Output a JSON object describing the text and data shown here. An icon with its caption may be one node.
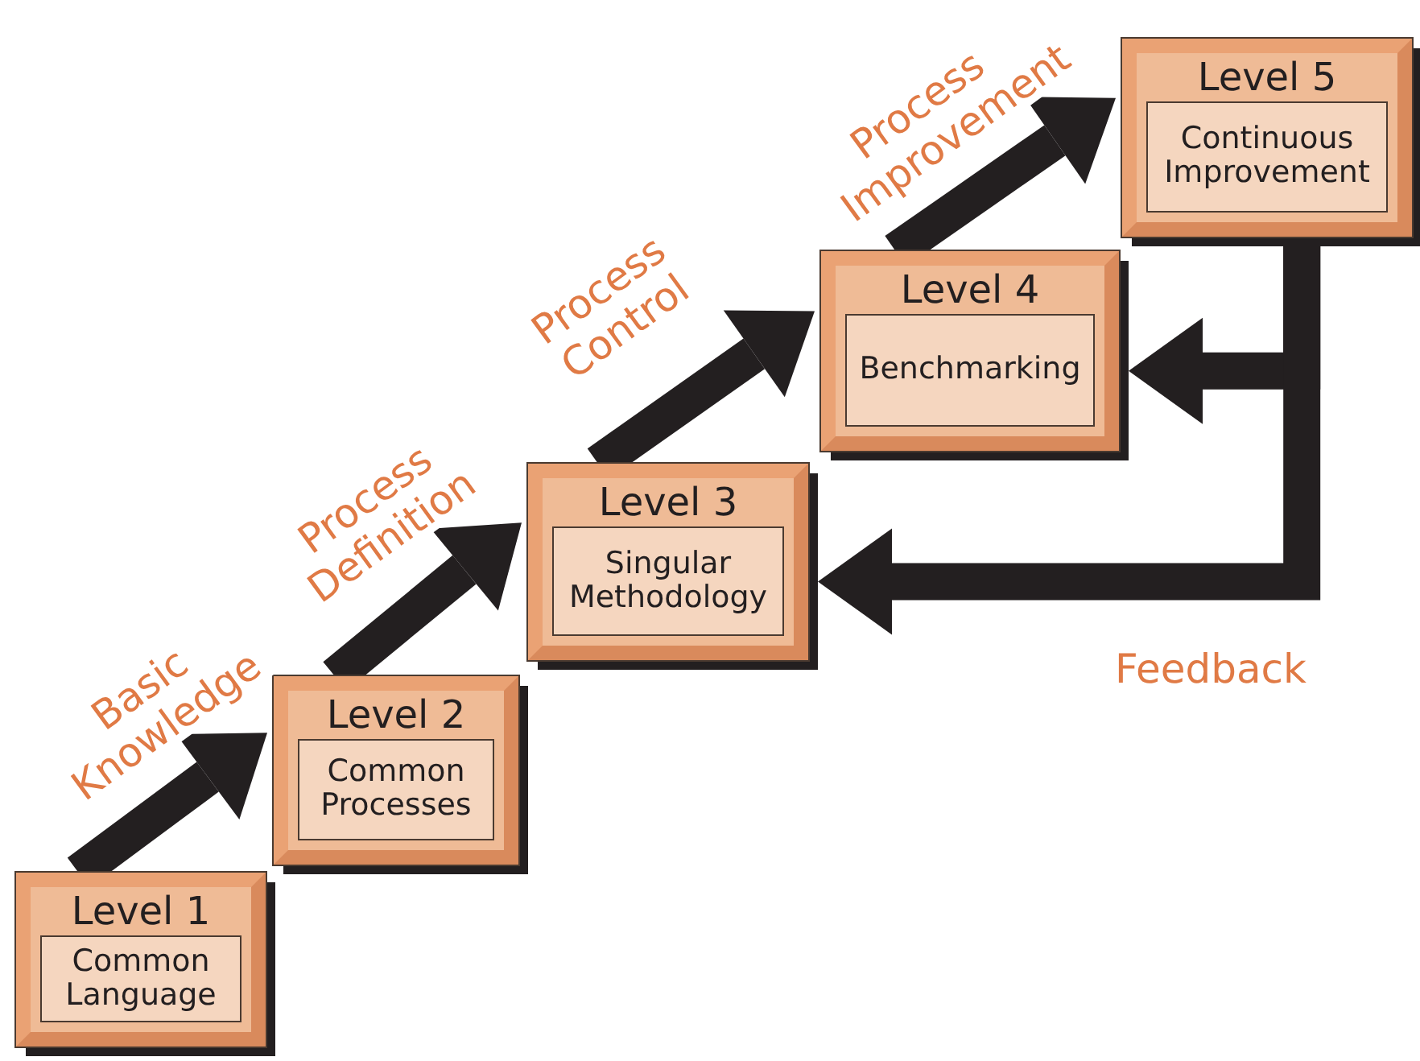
{
  "diagram": {
    "nodes": [
      {
        "text": [
          "Level 1",
          "Common Language"
        ]
      },
      {
        "text": [
          "Level 2",
          "Common Processes"
        ]
      },
      {
        "text": [
          "Level 3",
          "Singular Methodology"
        ]
      },
      {
        "text": [
          "Level 4",
          "Benchmarking"
        ]
      },
      {
        "text": [
          "Level 5",
          "Continuous Improvement"
        ]
      }
    ],
    "edges": [
      {
        "from": 0,
        "to": 1,
        "arrow": "to",
        "label": "Basic Knowledge"
      },
      {
        "from": 1,
        "to": 2,
        "arrow": "to",
        "label": "Process Definition"
      },
      {
        "from": 2,
        "to": 3,
        "arrow": "to",
        "label": "Process Control"
      },
      {
        "from": 3,
        "to": 4,
        "arrow": "to",
        "label": "Process Improvement"
      },
      {
        "from": 4,
        "to": 3,
        "arrow": "to"
      },
      {
        "from": 4,
        "to": 2,
        "arrow": "to",
        "label": "Feedback"
      }
    ]
  }
}
